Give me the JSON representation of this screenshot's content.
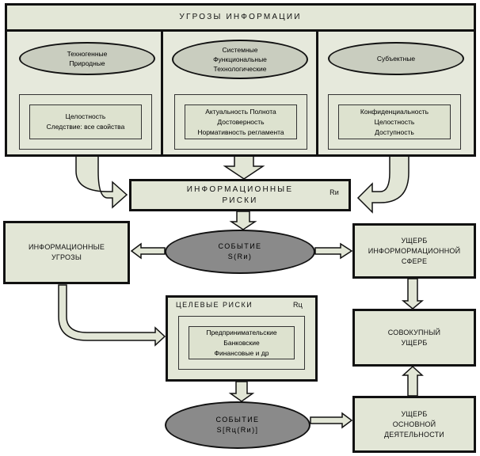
{
  "top_panel": {
    "title": "УГРОЗЫ    ИНФОРМАЦИИ"
  },
  "threat_sources": [
    {
      "label": "Техногенные\nПриродные"
    },
    {
      "label": "Системные\nФункциональные\nТехнологические"
    },
    {
      "label": "Субъектные"
    }
  ],
  "properties": [
    {
      "label": "Целостность\nСледствие: все свойства"
    },
    {
      "label": "Актуальность Полнота\nДостоверность\nНормативность регламента"
    },
    {
      "label": "Конфиденциальность\nЦелостность\nДоступность"
    }
  ],
  "info_risks": {
    "label": "ИНФОРМАЦИОННЫЕ\nРИСКИ",
    "symbol": "Rи"
  },
  "info_threats": {
    "label": "ИНФОРМАЦИОННЫЕ\nУГРОЗЫ"
  },
  "event1": {
    "label": "СОБЫТИЕ\nS(Rи)"
  },
  "damage_info": {
    "label": "УЩЕРБ\nИНФОРМОРМАЦИОННОЙ\nСФЕРЕ"
  },
  "target_risks": {
    "title": "ЦЕЛЕВЫЕ РИСКИ",
    "symbol": "Rц",
    "items": "Предпринимательские\nБанковские\nФинансовые и др"
  },
  "total_damage": {
    "label": "СОВОКУПНЫЙ\nУЩЕРБ"
  },
  "event2": {
    "label": "СОБЫТИЕ\nS[Rц(Rи)]"
  },
  "damage_main": {
    "label": "УЩЕРБ\nОСНОВНОЙ\nДЕЯТЕЛЬНОСТИ"
  }
}
